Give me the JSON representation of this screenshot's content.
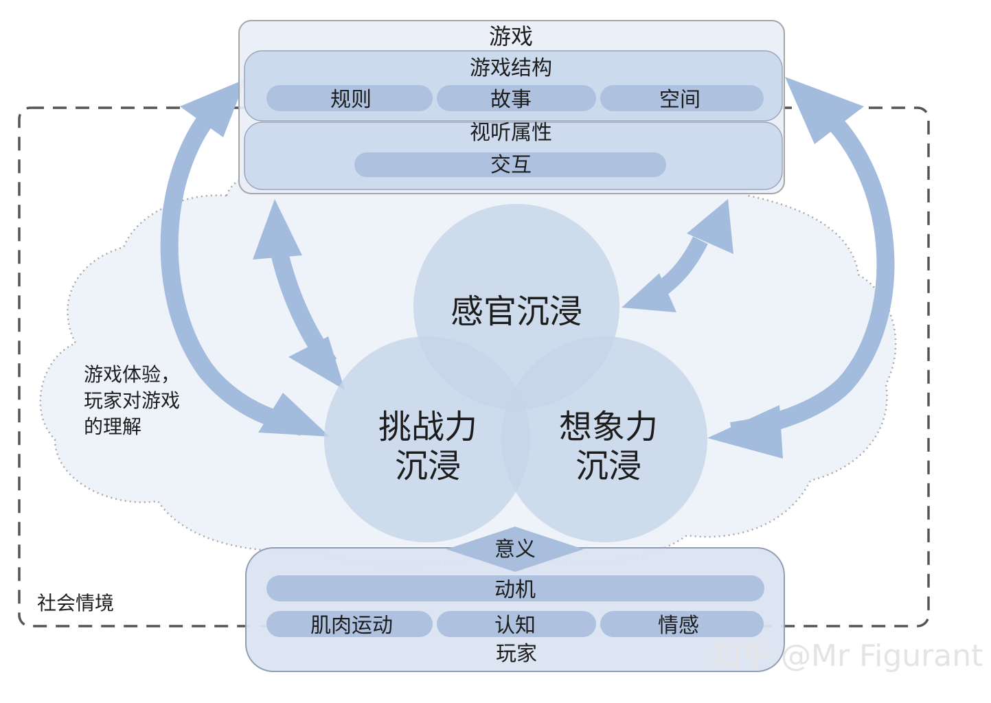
{
  "game": {
    "title": "游戏",
    "structure": {
      "title": "游戏结构",
      "items": [
        "规则",
        "故事",
        "空间"
      ]
    },
    "audiovisual": "视听属性",
    "interaction": "交互"
  },
  "immersion": {
    "sensory": "感官沉浸",
    "challenge": [
      "挑战力",
      "沉浸"
    ],
    "imaginative": [
      "想象力",
      "沉浸"
    ]
  },
  "meaning": "意义",
  "player": {
    "motivation": "动机",
    "items": [
      "肌肉运动",
      "认知",
      "情感"
    ],
    "title": "玩家"
  },
  "cloud_label": [
    "游戏体验，",
    "玩家对游戏",
    "的理解"
  ],
  "social_context": "社会情境",
  "watermark": "知乎 @Mr Figurant",
  "colors": {
    "box_fill": "#dde6f3",
    "pill_fill": "#aec1df",
    "arrow": "#a3bbdc",
    "circle": "#c5d4ea",
    "cloud_outline": "#a9a9a9",
    "dashed_frame": "#555555"
  }
}
